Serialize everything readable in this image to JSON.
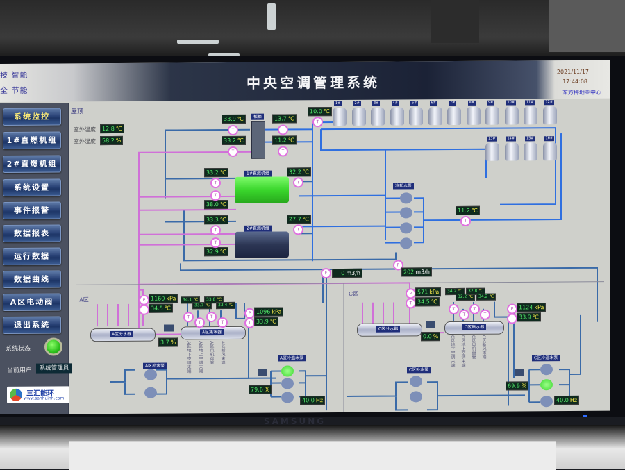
{
  "header": {
    "slogan_lines": [
      "技 智能",
      "全 节能"
    ],
    "title": "中央空调管理系统",
    "date": "2021/11/17",
    "time": "17:44:08",
    "company": "东方梅地亚中心"
  },
  "sidebar": {
    "nav": [
      {
        "label": "系统监控",
        "active": true
      },
      {
        "label": "1#直燃机组"
      },
      {
        "label": "2#直燃机组"
      },
      {
        "label": "系统设置"
      },
      {
        "label": "事件报警"
      },
      {
        "label": "数据报表"
      },
      {
        "label": "运行数据"
      },
      {
        "label": "数据曲线"
      },
      {
        "label": "A区电动阀"
      },
      {
        "label": "退出系统"
      }
    ],
    "status_label": "系统状态",
    "status_color": "#2cc01c",
    "user_label": "当前用户",
    "user_value": "系统管理员",
    "logo_text": "三汇能环",
    "logo_url_text": "www.sanhuinh.com"
  },
  "roof": {
    "section_label": "屋顶",
    "outdoor_temp_label": "室外温度",
    "outdoor_temp": "12.8",
    "outdoor_temp_unit": "℃",
    "outdoor_humidity_label": "室外湿度",
    "outdoor_humidity": "58.2",
    "outdoor_humidity_unit": "%"
  },
  "heat_exchanger": {
    "label": "板换",
    "left_top": "33.9",
    "left_bottom": "33.2",
    "right_top": "13.7",
    "right_bottom": "11.2"
  },
  "cooling_tower_supply": "10.0",
  "cooling_towers": [
    "1#",
    "2#",
    "3#",
    "4#",
    "5#",
    "6#",
    "7#",
    "8#",
    "9#",
    "10#",
    "11#",
    "12#",
    "13#",
    "14#",
    "15#",
    "16#"
  ],
  "chiller1": {
    "label": "1#直燃机组",
    "left_top": "33.2",
    "left_bottom": "38.0",
    "right_top": "32.2",
    "running": true
  },
  "chiller2": {
    "label": "2#直燃机组",
    "left_top": "33.3",
    "left_bottom": "32.9",
    "right_top": "27.7",
    "running": false
  },
  "chilled_pump_group": {
    "label": "冷却水泵",
    "count": 4
  },
  "supply_temp": "11.2",
  "flow_meters": [
    {
      "value": "0",
      "unit": "m3/h"
    },
    {
      "value": "202",
      "unit": "m3/h"
    }
  ],
  "units": {
    "temp": "℃",
    "pressure": "kPa",
    "percent": "%",
    "hz": "Hz"
  },
  "zone_a": {
    "label": "A区",
    "supply_pressure": "1160",
    "supply_temp": "34.5",
    "distributor_label": "A区分水器",
    "valve_opening": "3.7",
    "collector_label": "A区集水器",
    "branch_temps": [
      "34.1",
      "33.7",
      "33.8",
      "33.4"
    ],
    "branch_labels": [
      "A区地下空调末端",
      "A区地上空调末端",
      "A区风机盘管",
      "A区新风末端"
    ],
    "return_pressure": "1096",
    "return_temp": "33.9",
    "makeup_pump_label": "A区补水泵",
    "hot_pump_label": "A区冷温水泵",
    "bypass_valve": "79.6",
    "frequency": "40.0"
  },
  "zone_c": {
    "label": "C区",
    "supply_pressure": "571",
    "supply_temp": "34.5",
    "distributor_label": "C区分水器",
    "valve_opening": "0.0",
    "collector_label": "C区集水器",
    "branch_temps": [
      "34.2",
      "32.2",
      "32.8",
      "34.2"
    ],
    "branch_labels": [
      "C区地下空调末端",
      "C区地上空调末端",
      "C区风机盘管",
      "C区新风末端"
    ],
    "return_pressure": "1124",
    "return_temp": "33.9",
    "makeup_pump_label": "C区补水泵",
    "hot_pump_label": "C区冷温水泵",
    "bypass_valve": "69.9",
    "frequency": "40.0"
  },
  "monitor_brand": "SAMSUNG",
  "colors": {
    "supply_pipe": "#d070d8",
    "return_pipe": "#2f6fe0",
    "cooling_pipe": "#3a6aa8",
    "display_value": "#52e86a",
    "display_unit": "#f6e94a"
  }
}
